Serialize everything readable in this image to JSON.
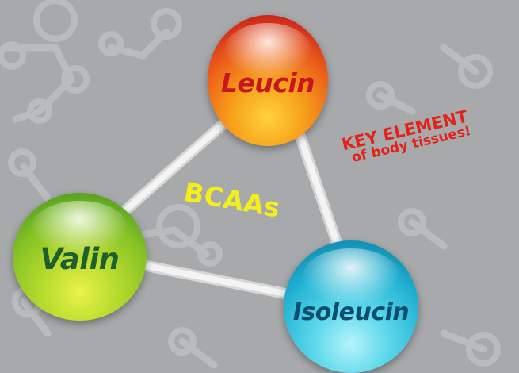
{
  "nodes": {
    "leucin": {
      "label": "Leucin"
    },
    "valin": {
      "label": "Valin"
    },
    "isoleucin": {
      "label": "Isoleucin"
    }
  },
  "center_label": "BCAAs",
  "callout": {
    "title": "KEY ELEMENT",
    "subtitle": "of body tissues!"
  },
  "colors": {
    "background": "#a7a9ab",
    "bond": "#f2f2f2",
    "leucin_text": "#c8161e",
    "valin_text": "#1f5e2e",
    "isoleucin_text": "#0b4e6e",
    "center_label": "#f4ef1c",
    "callout": "#e2231a"
  }
}
